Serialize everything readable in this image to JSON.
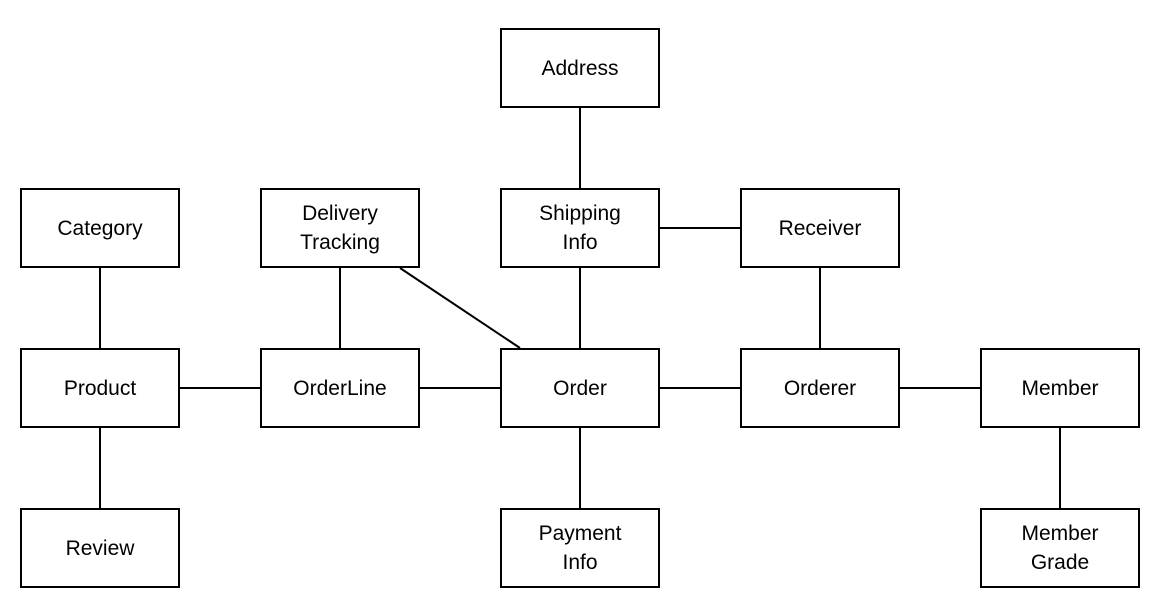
{
  "nodes": {
    "address": {
      "lines": [
        "Address"
      ]
    },
    "category": {
      "lines": [
        "Category"
      ]
    },
    "delivery_tracking": {
      "lines": [
        "Delivery",
        "Tracking"
      ]
    },
    "shipping_info": {
      "lines": [
        "Shipping",
        "Info"
      ]
    },
    "receiver": {
      "lines": [
        "Receiver"
      ]
    },
    "product": {
      "lines": [
        "Product"
      ]
    },
    "orderline": {
      "lines": [
        "OrderLine"
      ]
    },
    "order": {
      "lines": [
        "Order"
      ]
    },
    "orderer": {
      "lines": [
        "Orderer"
      ]
    },
    "member": {
      "lines": [
        "Member"
      ]
    },
    "review": {
      "lines": [
        "Review"
      ]
    },
    "payment_info": {
      "lines": [
        "Payment",
        "Info"
      ]
    },
    "member_grade": {
      "lines": [
        "Member",
        "Grade"
      ]
    }
  },
  "edges": [
    {
      "from": "address",
      "to": "shipping_info"
    },
    {
      "from": "shipping_info",
      "to": "receiver"
    },
    {
      "from": "shipping_info",
      "to": "order"
    },
    {
      "from": "receiver",
      "to": "orderer"
    },
    {
      "from": "category",
      "to": "product"
    },
    {
      "from": "product",
      "to": "review"
    },
    {
      "from": "product",
      "to": "orderline"
    },
    {
      "from": "delivery_tracking",
      "to": "orderline"
    },
    {
      "from": "delivery_tracking",
      "to": "order"
    },
    {
      "from": "orderline",
      "to": "order"
    },
    {
      "from": "order",
      "to": "orderer"
    },
    {
      "from": "order",
      "to": "payment_info"
    },
    {
      "from": "orderer",
      "to": "member"
    },
    {
      "from": "member",
      "to": "member_grade"
    }
  ],
  "colors": {
    "background": "#ffffff",
    "stroke": "#000000",
    "text": "#000000"
  }
}
